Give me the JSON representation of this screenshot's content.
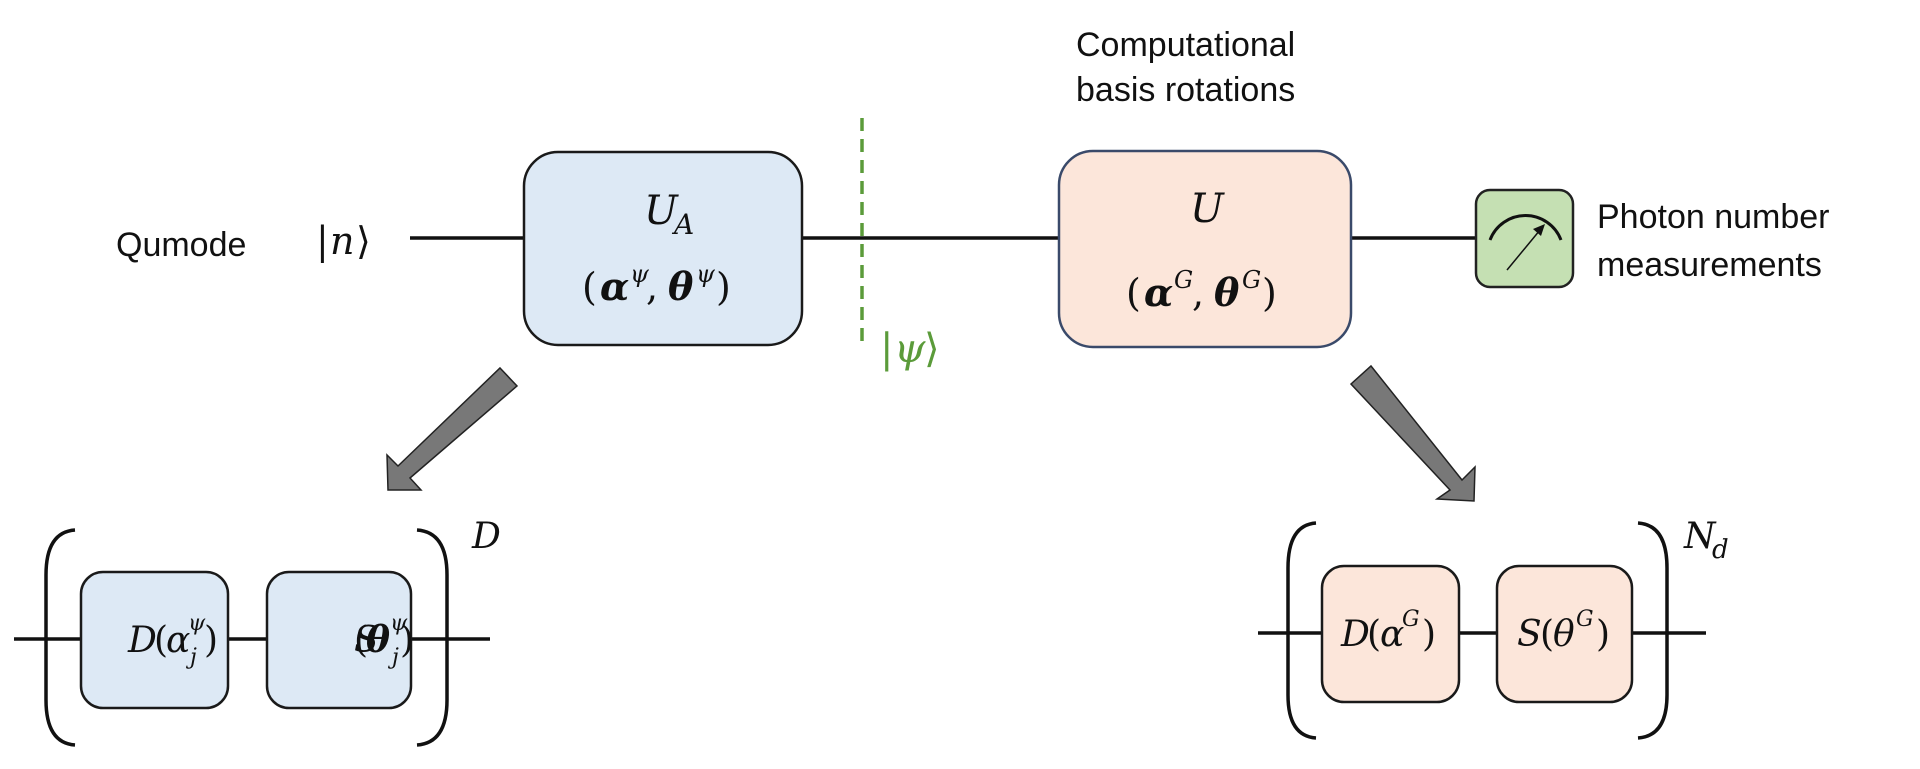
{
  "colors": {
    "ansatz_fill": "#dde9f5",
    "rotation_fill": "#fce6da",
    "measure_fill": "#c5e0b3",
    "arrow_fill": "#787878",
    "state_marker": "#5b9b3a",
    "wire": "#111111"
  },
  "main_circuit": {
    "input_label": "Qumode",
    "input_ket": {
      "open": "|",
      "symbol": "n",
      "close": "⟩"
    },
    "ansatz_gate": {
      "name": "U",
      "subscript": "A",
      "params_open": "(",
      "param1": "α",
      "param1_sup": "ψ",
      "sep": ", ",
      "param2": "θ",
      "param2_sup": "ψ",
      "params_close": ")"
    },
    "state_marker": {
      "open": "|",
      "symbol": "ψ",
      "close": "⟩"
    },
    "rotation_title_line1": "Computational",
    "rotation_title_line2": "basis rotations",
    "rotation_gate": {
      "name": "U",
      "params_open": "(",
      "param1": "α",
      "param1_sup": "G",
      "sep": ", ",
      "param2": "θ",
      "param2_sup": "G",
      "params_close": ")"
    },
    "measurement_label_line1": "Photon number",
    "measurement_label_line2": "measurements",
    "measurement_icon": "meter-icon"
  },
  "ansatz_decomposition": {
    "repeat": "D",
    "gates": [
      {
        "name": "D",
        "open": "(",
        "arg": "α",
        "sup": "ψ",
        "sub": "j",
        "close": ")"
      },
      {
        "name": "S",
        "open": "(",
        "arg": "θ",
        "sup": "ψ",
        "sub": "j",
        "close": ")"
      }
    ]
  },
  "rotation_decomposition": {
    "repeat": "N",
    "repeat_sub": "d",
    "gates": [
      {
        "name": "D",
        "open": "(",
        "arg": "α",
        "sup": "G",
        "close": ")"
      },
      {
        "name": "S",
        "open": "(",
        "arg": "θ",
        "sup": "G",
        "close": ")"
      }
    ]
  }
}
